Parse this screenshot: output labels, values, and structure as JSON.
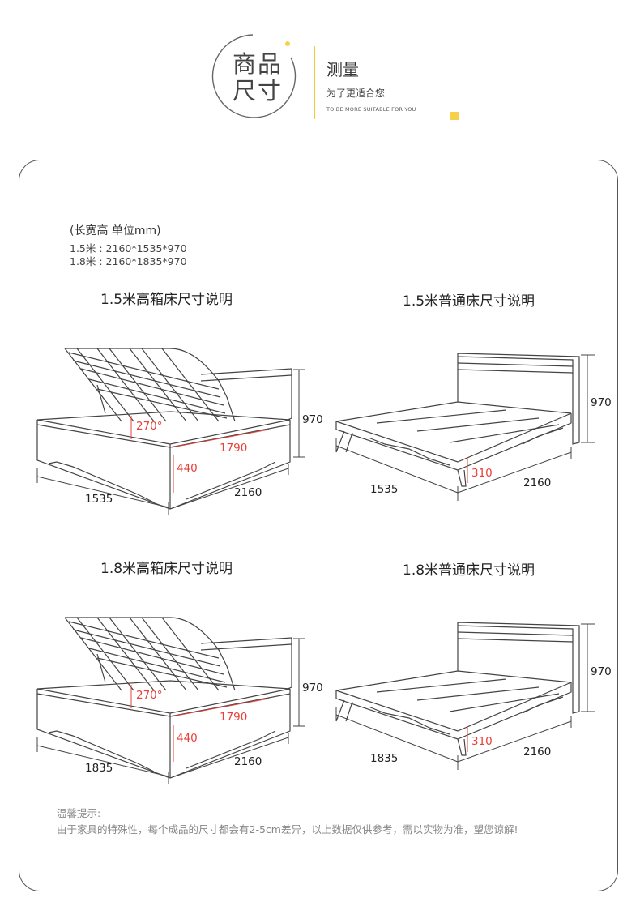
{
  "header": {
    "badge_line1": "商品",
    "badge_line2": "尺寸",
    "title": "测量",
    "subtitle": "为了更适合您",
    "subtitle_en": "TO BE MORE SUITABLE FOR YOU",
    "accent_color": "#f7d04a"
  },
  "specs": {
    "units": "(长宽高  单位mm)",
    "line1": "1.5米 : 2160*1535*970",
    "line2": "1.8米 : 2160*1835*970"
  },
  "sections": [
    {
      "title": "1.5米高箱床尺寸说明",
      "width": "1535",
      "length": "2160",
      "height": "970",
      "lift_angle": "270°",
      "inner_length": "1790",
      "box_height": "440"
    },
    {
      "title": "1.5米普通床尺寸说明",
      "width": "1535",
      "length": "2160",
      "height": "970",
      "clearance": "310"
    },
    {
      "title": "1.8米高箱床尺寸说明",
      "width": "1835",
      "length": "2160",
      "height": "970",
      "lift_angle": "270°",
      "inner_length": "1790",
      "box_height": "440"
    },
    {
      "title": "1.8米普通床尺寸说明",
      "width": "1835",
      "length": "2160",
      "height": "970",
      "clearance": "310"
    }
  ],
  "notice": {
    "title": "温馨提示:",
    "text": "由于家具的特殊性，每个成品的尺寸都会有2-5cm差异，以上数据仅供参考，需以实物为准，望您谅解!"
  }
}
